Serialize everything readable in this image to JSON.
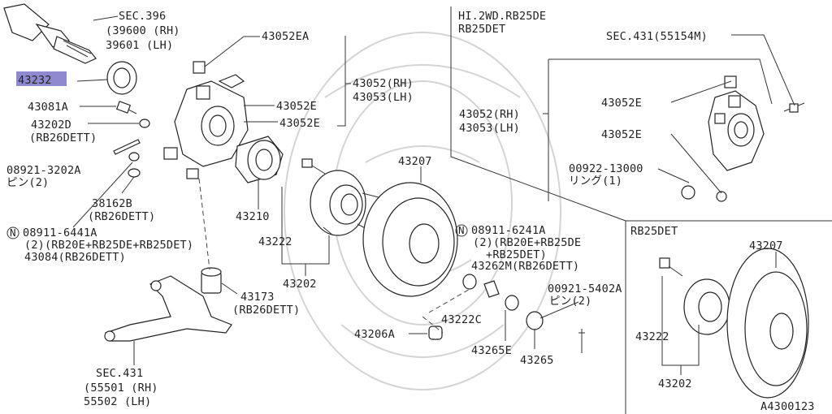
{
  "highlight_color": "#8f8ad0",
  "callouts": {
    "sec396_title": "SEC.396",
    "sec396_rh": "(39600 (RH)",
    "sec396_lh": " 39601 (LH)",
    "p43232": "43232",
    "p43081A": "43081A",
    "p43202D": "43202D",
    "p43202D_note": "(RB26DETT)",
    "p08921": "08921-3202A",
    "p08921_note": "ピン(2)",
    "p38162B": "38162B",
    "p38162B_note": "(RB26DETT)",
    "n_symbol_1": "N",
    "p08911_6441A": "08911-6441A",
    "p08911_6441A_note": "(2)(RB20E+RB25DE+RB25DET)",
    "p43084": "43084(RB26DETT)",
    "p43052EA": "43052EA",
    "p43052_rh": "43052(RH)",
    "p43053_lh": "43053(LH)",
    "p43052E_a": "43052E",
    "p43052E_b": "43052E",
    "p43210": "43210",
    "p43222": "43222",
    "p43202": "43202",
    "p43207": "43207",
    "p43173": "43173",
    "p43173_note": "(RB26DETT)",
    "sec431_title": "SEC.431",
    "sec431_rh": "(55501 (RH)",
    "sec431_lh": " 55502 (LH)",
    "n_symbol_2": "N",
    "p08911_6241A": "08911-6241A",
    "p08911_6241A_note1": "(2)(RB20E+RB25DE",
    "p08911_6241A_note2": "+RB25DET)",
    "p43262M": "43262M(RB26DETT)",
    "p00921": "00921-5402A",
    "p00921_note": "ピン(2)",
    "p43222C": "43222C",
    "p43206A": "43206A",
    "p43265E": "43265E",
    "p43265": "43265"
  },
  "inset_top": {
    "header1": "HI.2WD.RB25DE",
    "header2": "RB25DET",
    "sec431": "SEC.431(55154M)",
    "p43052E_a": "43052E",
    "p43052_rh": "43052(RH)",
    "p43053_lh": "43053(LH)",
    "p43052E_b": "43052E",
    "p00922": "00922-13000",
    "p00922_note": "リング(1)"
  },
  "inset_bottom": {
    "header": "RB25DET",
    "p43207": "43207",
    "p43222": "43222",
    "p43202": "43202"
  },
  "diagram_id": "A4300123"
}
